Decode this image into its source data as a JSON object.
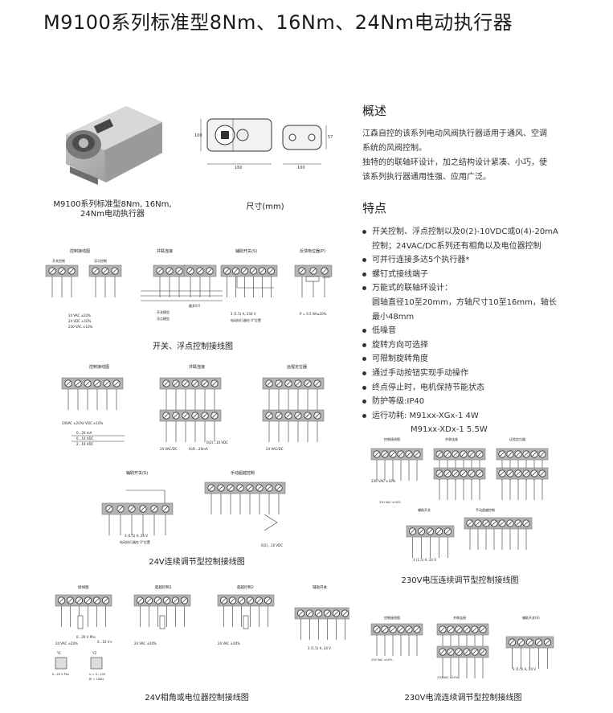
{
  "title": "M9100系列标准型8Nm、16Nm、24Nm电动执行器",
  "product_caption": [
    "M9100系列标准型8Nm, 16Nm,",
    "24Nm电动执行器"
  ],
  "dimension_caption": "尺寸(mm)",
  "dimension_labels": {
    "width": "160",
    "depth": "100",
    "height": "100",
    "right_h": "57"
  },
  "overview": {
    "heading": "概述",
    "lines": [
      "江森自控的该系列电动风阀执行器适用于通风、空调",
      "系统的风阀控制。",
      "独特的的联轴环设计，加之结构设计紧凑、小巧，使",
      "该系列执行器通用性强、应用广泛。"
    ]
  },
  "features": {
    "heading": "特点",
    "items": [
      {
        "text": "开关控制、浮点控制以及0(2)-10VDC或0(4)-20mA",
        "bullet": true
      },
      {
        "text": "控制；24VAC/DC系列还有相角以及电位器控制",
        "bullet": false
      },
      {
        "text": "可并行连接多达5个执行器*",
        "bullet": true
      },
      {
        "text": "螺钉式接线端子",
        "bullet": true
      },
      {
        "text": "万能式的联轴环设计：",
        "bullet": true
      },
      {
        "text": "圆轴直径10至20mm，方轴尺寸10至16mm，轴长",
        "bullet": false
      },
      {
        "text": "最小48mm",
        "bullet": false
      },
      {
        "text": "低噪音",
        "bullet": true
      },
      {
        "text": "旋转方向可选择",
        "bullet": true
      },
      {
        "text": "可限制旋转角度",
        "bullet": true
      },
      {
        "text": "通过手动按钮实现手动操作",
        "bullet": true
      },
      {
        "text": "终点停止时，电机保持节能状态",
        "bullet": true
      },
      {
        "text": "防护等级:IP40",
        "bullet": true
      },
      {
        "text": "运行功耗: M91xx-XGx-1 4W",
        "bullet": true
      },
      {
        "text": "M91xx-XDx-1 5.5W",
        "bullet": false
      }
    ]
  },
  "diagram_groups": {
    "g1": {
      "caption": "开关、浮点控制接线图",
      "labels": [
        "控制接线图",
        "并联连接",
        "辅助开关(S)",
        "反馈电位器(P)",
        "开关控制",
        "浮点控制",
        "24 VAC ±20%",
        "24 VDC ±10%",
        "230 VAC ±10%",
        "开关模型",
        "浮点模型",
        "最多5只",
        "3 (1.5) A, 230 V",
        "电动执行器在 0°位置",
        "P = 0.5 W/≤10%",
        "100%"
      ]
    },
    "g2": {
      "caption": "24V连续调节型控制接线图",
      "labels": [
        "控制接线图",
        "并联连接",
        "远程定位器",
        "辅助开关(S)",
        "手动超越控制",
        "24VAC ±20%/ VDC ±10%",
        "0...20 mA",
        "0...10 VDC",
        "2...10 VDC",
        "24 VAC/DC",
        "0(2)...10 VDC",
        "0(4)...20mA",
        "3 (1.5) A, 24 V",
        "电动执行器在 0°位置"
      ]
    },
    "g3": {
      "caption": "230V电压连续调节型控制接线图",
      "labels": [
        "控制接线图",
        "并联连接",
        "远程定位器",
        "辅助开关",
        "手动超越控制",
        "230 VAC ±10%",
        "3 (1.5) A, 24 V"
      ]
    },
    "g4": {
      "caption": "24V相角或电位器控制接线图",
      "labels": [
        "接线图",
        "超越控制1",
        "超越控制2",
        "辅助开关",
        "24 VAC ±20%",
        "0...20 V Phs",
        "0...10 V+",
        "Y1",
        "Y2",
        "0...20 V Phs",
        "U = 0...10V",
        "Ri = 100Ω",
        "3 (1.5) A, 24 V"
      ]
    },
    "g5": {
      "caption": "230V电流连续调节型控制接线图",
      "labels": [
        "控制接线图",
        "并联连接",
        "辅助开关(S)",
        "230 VAC ±10%",
        "3 (1.5) A, 24 V"
      ]
    }
  }
}
